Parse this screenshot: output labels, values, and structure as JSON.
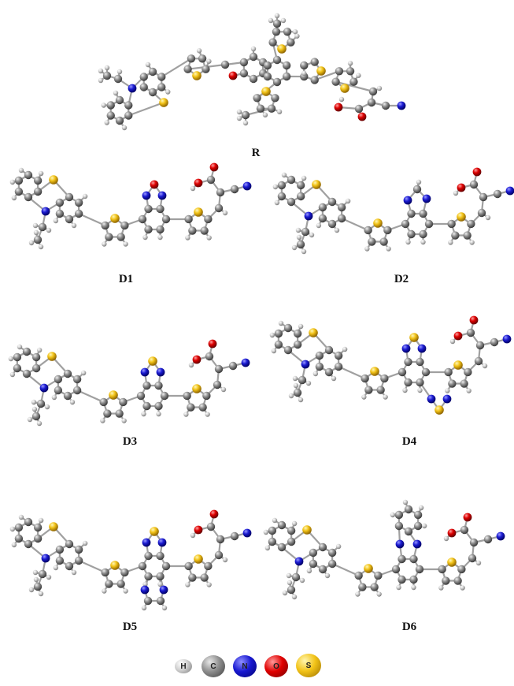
{
  "figure": {
    "type": "molecular structure diagram (optimized geometries, ball-and-stick)",
    "molecules": [
      {
        "id": "R",
        "label": "R"
      },
      {
        "id": "D1",
        "label": "D1"
      },
      {
        "id": "D2",
        "label": "D2"
      },
      {
        "id": "D3",
        "label": "D3"
      },
      {
        "id": "D4",
        "label": "D4"
      },
      {
        "id": "D5",
        "label": "D5"
      },
      {
        "id": "D6",
        "label": "D6"
      }
    ]
  },
  "legend": {
    "atoms": [
      {
        "symbol": "H",
        "color": "#d8d8d8"
      },
      {
        "symbol": "C",
        "color": "#8c8c8c"
      },
      {
        "symbol": "N",
        "color": "#1a1ad0"
      },
      {
        "symbol": "O",
        "color": "#e00000"
      },
      {
        "symbol": "S",
        "color": "#f0c020"
      }
    ]
  },
  "colors": {
    "H": "#d9d9d9",
    "C": "#8a8a8a",
    "N": "#1c1cd2",
    "O": "#dd0000",
    "S": "#f2c318",
    "bond": "#a0a0a0"
  }
}
